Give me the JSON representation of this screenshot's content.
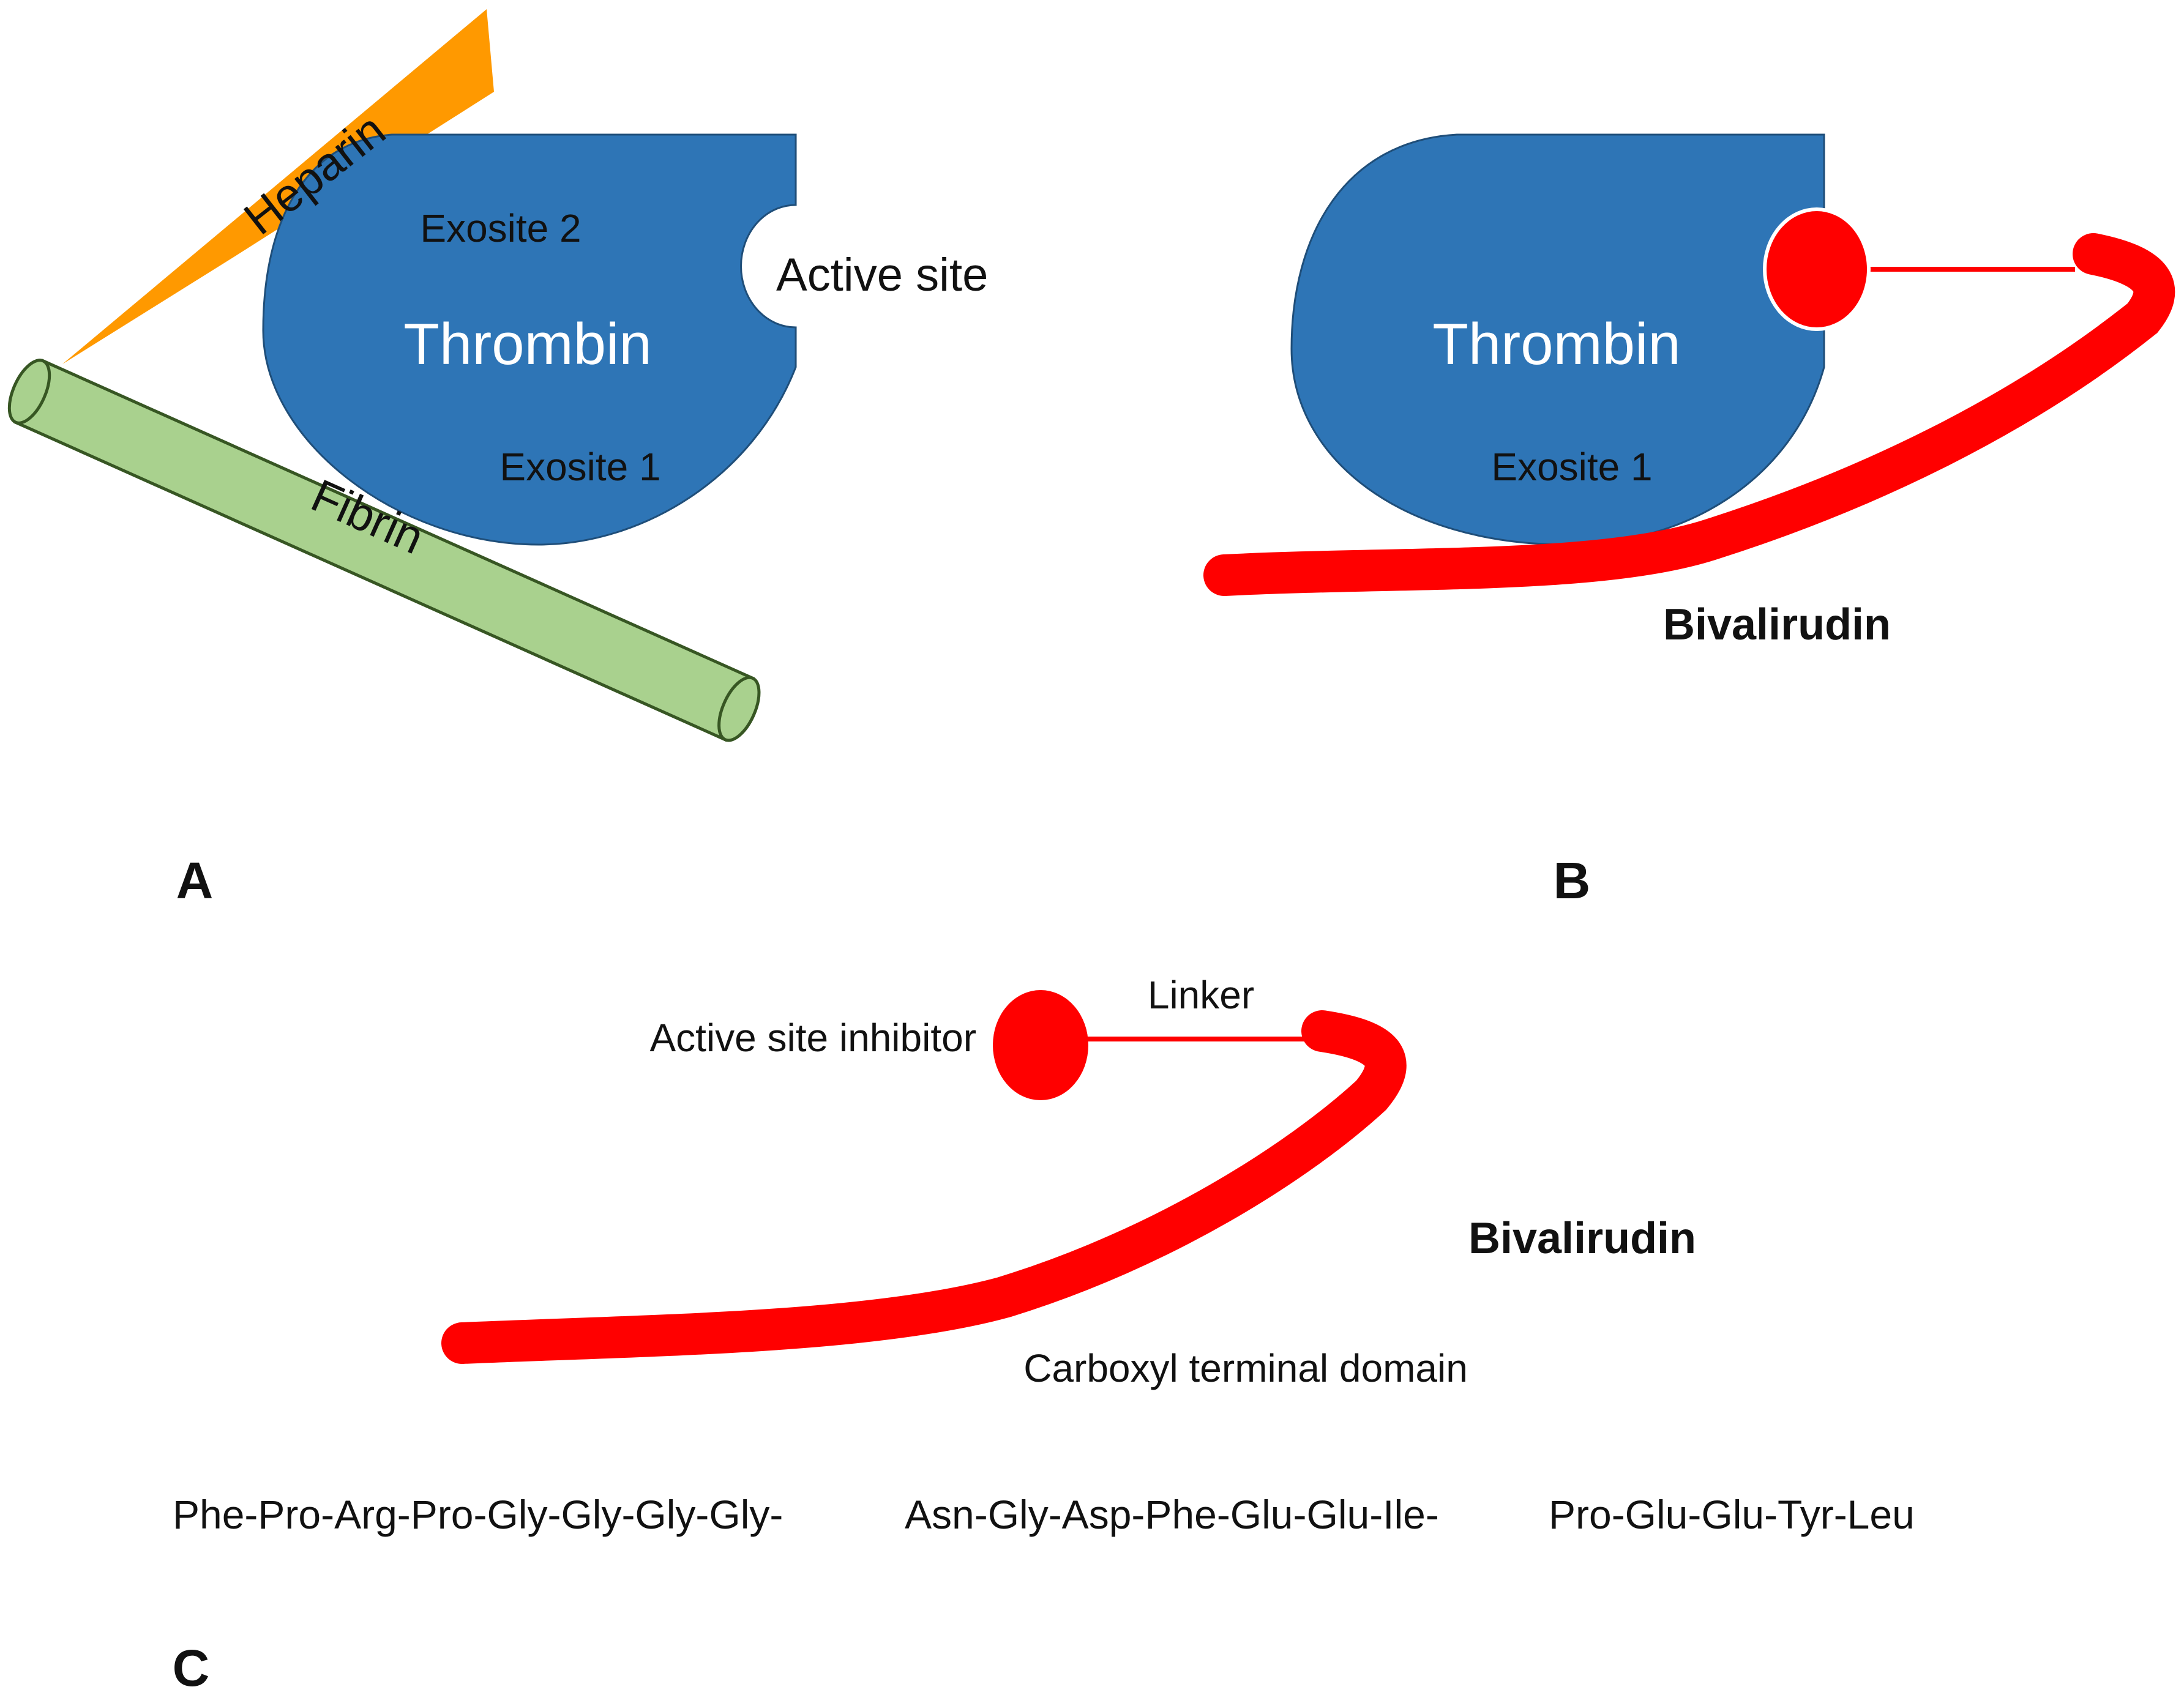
{
  "colors": {
    "thrombin": "#2e75b6",
    "thrombin_stroke": "#1f4e79",
    "heparin": "#ff9900",
    "fibrin": "#a9d18e",
    "fibrin_stroke": "#375623",
    "bivalirudin": "#ff0000",
    "label_white": "#ffffff",
    "text": "#111111"
  },
  "panel_a": {
    "label": "A",
    "thrombin": "Thrombin",
    "exosite2": "Exosite 2",
    "exosite1": "Exosite 1",
    "active_site": "Active site",
    "heparin": "Heparin",
    "fibrin": "Fibrin"
  },
  "panel_b": {
    "label": "B",
    "thrombin": "Thrombin",
    "exosite1": "Exosite 1",
    "bivalirudin": "Bivalirudin"
  },
  "panel_c": {
    "label": "C",
    "active_site_inhibitor": "Active site inhibitor",
    "linker": "Linker",
    "bivalirudin": "Bivalirudin",
    "carboxyl_domain": "Carboxyl terminal domain",
    "sequence": [
      "Phe-Pro-Arg-Pro-Gly-Gly-Gly-Gly-",
      "Asn-Gly-Asp-Phe-Glu-Glu-Ile-",
      "Pro-Glu-Glu-Tyr-Leu"
    ]
  }
}
